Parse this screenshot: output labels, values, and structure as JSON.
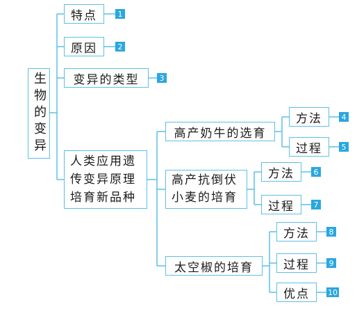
{
  "root": {
    "label": "生物的变异"
  },
  "branches": [
    {
      "label": "特点",
      "badge": "1"
    },
    {
      "label": "原因",
      "badge": "2"
    },
    {
      "label": "变异的类型",
      "badge": "3"
    }
  ],
  "application": {
    "lines": [
      "人类应用遗",
      "传变异原理",
      "培育新品种"
    ],
    "cases": [
      {
        "title_lines": [
          "高产奶牛的选育"
        ],
        "items": [
          {
            "label": "方法",
            "badge": "4"
          },
          {
            "label": "过程",
            "badge": "5"
          }
        ]
      },
      {
        "title_lines": [
          "高产抗倒伏",
          "小麦的培育"
        ],
        "items": [
          {
            "label": "方法",
            "badge": "6"
          },
          {
            "label": "过程",
            "badge": "7"
          }
        ]
      },
      {
        "title_lines": [
          "太空椒的培育"
        ],
        "items": [
          {
            "label": "方法",
            "badge": "8"
          },
          {
            "label": "过程",
            "badge": "9"
          },
          {
            "label": "优点",
            "badge": "10"
          }
        ]
      }
    ]
  }
}
